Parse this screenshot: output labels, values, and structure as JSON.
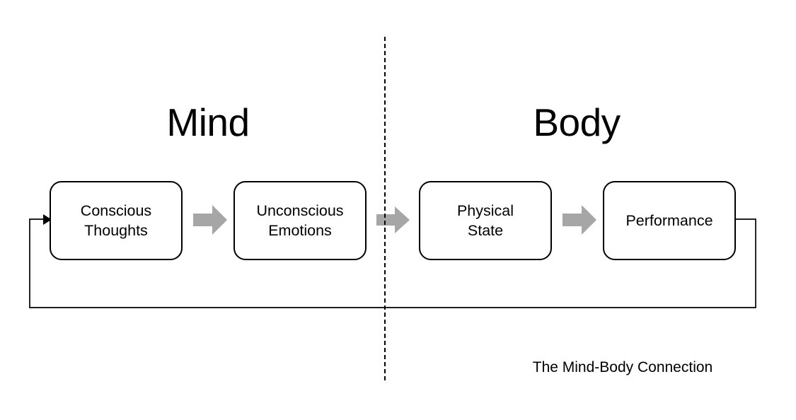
{
  "diagram": {
    "title": "The Mind-Body Connection",
    "sections": [
      {
        "id": "mind",
        "label": "Mind"
      },
      {
        "id": "body",
        "label": "Body"
      }
    ],
    "boxes": [
      {
        "id": "conscious-thoughts",
        "label": "Conscious\nThoughts",
        "section": "mind"
      },
      {
        "id": "unconscious-emotions",
        "label": "Unconscious\nEmotions",
        "section": "mind"
      },
      {
        "id": "physical-state",
        "label": "Physical\nState",
        "section": "body"
      },
      {
        "id": "performance",
        "label": "Performance",
        "section": "body"
      }
    ],
    "arrows": [
      {
        "id": "thoughts-to-emotions",
        "from": "conscious-thoughts",
        "to": "unconscious-emotions",
        "style": "block",
        "color": "#A6A6A6"
      },
      {
        "id": "emotions-to-physical",
        "from": "unconscious-emotions",
        "to": "physical-state",
        "style": "block",
        "color": "#A6A6A6"
      },
      {
        "id": "physical-to-performance",
        "from": "physical-state",
        "to": "performance",
        "style": "block",
        "color": "#A6A6A6"
      }
    ],
    "feedback_loop": {
      "id": "performance-to-thoughts",
      "from": "performance",
      "to": "conscious-thoughts",
      "style": "line-with-arrowhead",
      "color": "#000000"
    },
    "divider": {
      "id": "mind-body-divider",
      "style": "dashed-vertical",
      "color": "#000000"
    },
    "colors": {
      "background": "#FFFFFF",
      "box_border": "#000000",
      "box_fill": "#FFFFFF",
      "text": "#000000",
      "arrow_gray": "#A6A6A6"
    }
  }
}
